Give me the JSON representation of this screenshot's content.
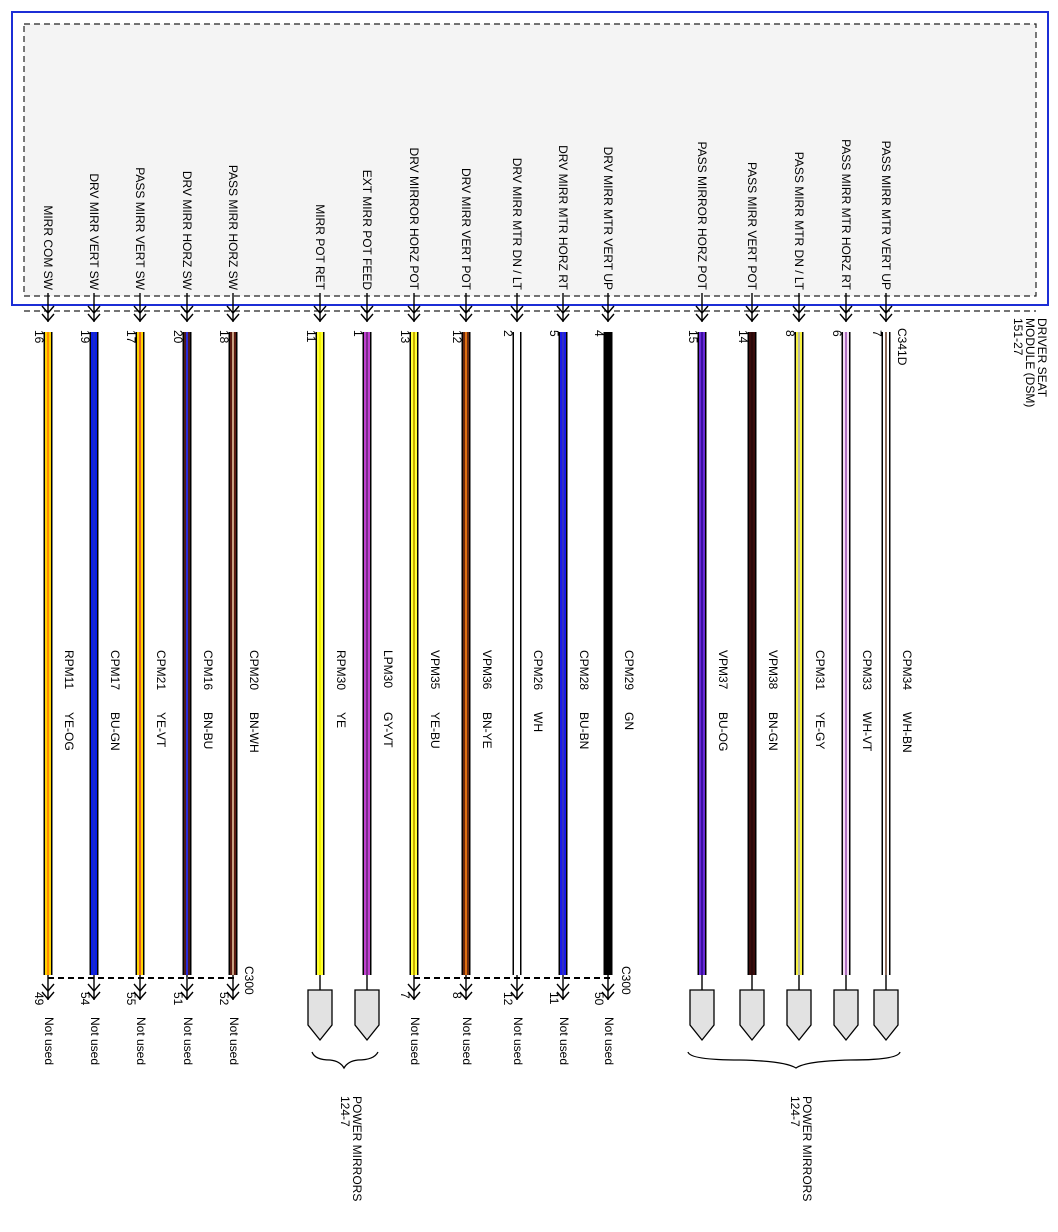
{
  "module": {
    "connector": "C341D",
    "name_lines": [
      "DRIVER SEAT",
      "MODULE (DSM)",
      "151-27"
    ]
  },
  "bottom_connector_left": "C300",
  "bottom_connector_right": "C300",
  "power_mirrors_label": [
    "POWER MIRRORS",
    "124-7"
  ],
  "wires": [
    {
      "signal": "MIRR COM SW",
      "pin_top": "16",
      "circuit": "RPM11",
      "color_code": "YE-OG",
      "pin_bottom": "49",
      "end": "Not used",
      "c1": "#ffd400",
      "c2": "#ff8c00"
    },
    {
      "signal": "DRV MIRR VERT SW",
      "pin_top": "19",
      "circuit": "CPM17",
      "color_code": "BU-GN",
      "pin_bottom": "54",
      "end": "Not used",
      "c1": "#0a1ee8",
      "c2": "#1a2ac8"
    },
    {
      "signal": "PASS MIRR VERT SW",
      "pin_top": "17",
      "circuit": "CPM21",
      "color_code": "YE-VT",
      "pin_bottom": "55",
      "end": "Not used",
      "c1": "#ffd400",
      "c2": "#e06020"
    },
    {
      "signal": "DRV MIRR HORZ SW",
      "pin_top": "20",
      "circuit": "CPM16",
      "color_code": "BN-BU",
      "pin_bottom": "51",
      "end": "Not used",
      "c1": "#4b1c1c",
      "c2": "#2a2ad8"
    },
    {
      "signal": "PASS MIRR HORZ SW",
      "pin_top": "18",
      "circuit": "CPM20",
      "color_code": "BN-WH",
      "pin_bottom": "52",
      "end": "Not used",
      "c1": "#5a1a10",
      "c2": "#c8a080"
    },
    {
      "signal": "MIRR POT RET",
      "pin_top": "11",
      "circuit": "RPM30",
      "color_code": "YE",
      "pin_bottom": "",
      "end": "mirror",
      "c1": "#ffff33",
      "c2": "#f2f200"
    },
    {
      "signal": "EXT MIRR POT FEED",
      "pin_top": "1",
      "circuit": "LPM30",
      "color_code": "GY-VT",
      "pin_bottom": "",
      "end": "mirror",
      "c1": "#c040d0",
      "c2": "#7a2a8a"
    },
    {
      "signal": "DRV MIRROR HORZ POT",
      "pin_top": "13",
      "circuit": "VPM35",
      "color_code": "YE-BU",
      "pin_bottom": "7",
      "end": "Not used",
      "c1": "#ffff33",
      "c2": "#c8b000"
    },
    {
      "signal": "DRV MIRR VERT POT",
      "pin_top": "12",
      "circuit": "VPM36",
      "color_code": "BN-YE",
      "pin_bottom": "8",
      "end": "Not used",
      "c1": "#6a2a10",
      "c2": "#e07010"
    },
    {
      "signal": "DRV MIRR MTR DN / LT",
      "pin_top": "2",
      "circuit": "CPM26",
      "color_code": "WH",
      "pin_bottom": "12",
      "end": "Not used",
      "c1": "#ffffff",
      "c2": "#ffffff"
    },
    {
      "signal": "DRV MIRR MTR HORZ RT",
      "pin_top": "5",
      "circuit": "CPM28",
      "color_code": "BU-BN",
      "pin_bottom": "11",
      "end": "Not used",
      "c1": "#1a1ae8",
      "c2": "#3030c0"
    },
    {
      "signal": "DRV MIRR MTR VERT UP",
      "pin_top": "4",
      "circuit": "CPM29",
      "color_code": "GN",
      "pin_bottom": "50",
      "end": "Not used",
      "c1": "#000000",
      "c2": "#000000"
    },
    {
      "signal": "PASS MIRROR HORZ POT",
      "pin_top": "15",
      "circuit": "VPM37",
      "color_code": "BU-OG",
      "pin_bottom": "",
      "end": "mirror",
      "c1": "#6a2ad8",
      "c2": "#3a10a0"
    },
    {
      "signal": "PASS MIRR VERT POT",
      "pin_top": "14",
      "circuit": "VPM38",
      "color_code": "BN-GN",
      "pin_bottom": "",
      "end": "mirror",
      "c1": "#3a0c0c",
      "c2": "#2a0808"
    },
    {
      "signal": "PASS MIRR MTR DN / LT",
      "pin_top": "8",
      "circuit": "CPM31",
      "color_code": "YE-GY",
      "pin_bottom": "",
      "end": "mirror",
      "c1": "#f6f040",
      "c2": "#b8b8a0"
    },
    {
      "signal": "PASS MIRR MTR HORZ RT",
      "pin_top": "6",
      "circuit": "CPM33",
      "color_code": "WH-VT",
      "pin_bottom": "",
      "end": "mirror",
      "c1": "#f4dcf4",
      "c2": "#b070c0"
    },
    {
      "signal": "PASS MIRR MTR VERT UP",
      "pin_top": "7",
      "circuit": "CPM34",
      "color_code": "WH-BN",
      "pin_bottom": "",
      "end": "mirror",
      "c1": "#ffffff",
      "c2": "#8a6a5a"
    }
  ]
}
